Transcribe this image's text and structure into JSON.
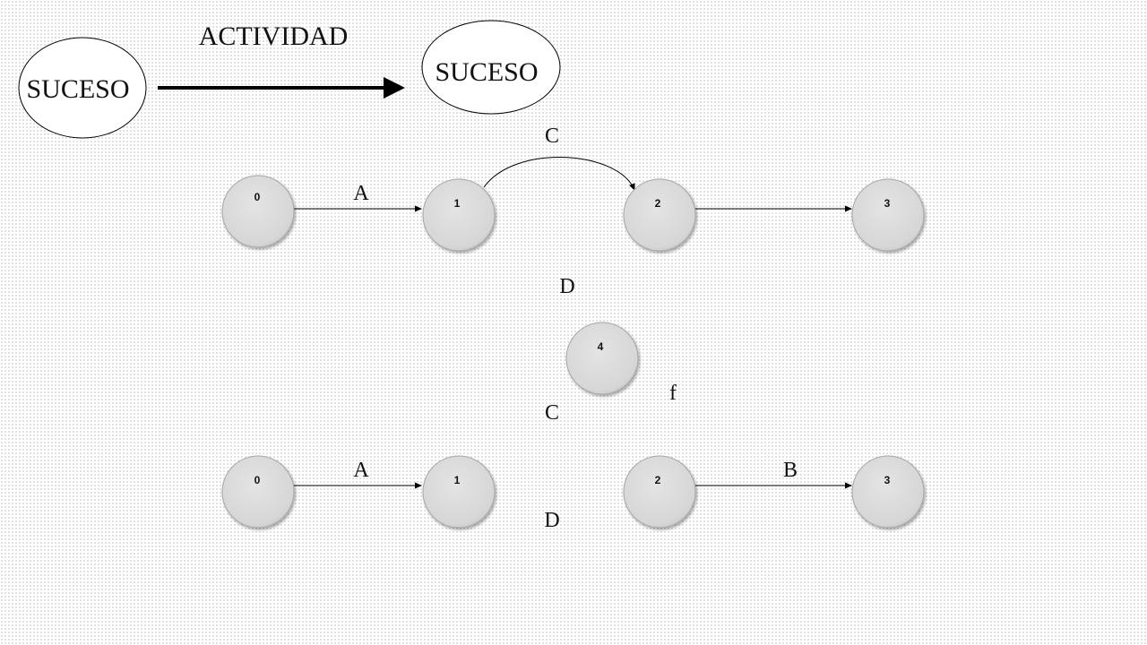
{
  "legend": {
    "event_left": "SUCESO",
    "activity": "ACTIVIDAD",
    "event_right": "SUCESO"
  },
  "network1": {
    "nodes": [
      "0",
      "1",
      "2",
      "3",
      "4"
    ],
    "labels": {
      "a": "A",
      "c": "C",
      "d": "D",
      "f": "f"
    }
  },
  "network2": {
    "nodes": [
      "0",
      "1",
      "2",
      "3"
    ],
    "labels": {
      "a": "A",
      "b": "B",
      "c": "C",
      "d": "D"
    }
  },
  "colors": {
    "node_fill": "#d9d9d9",
    "node_stroke": "#a6a6a6",
    "line": "#000000",
    "background_dots": "#c9c9c9"
  }
}
